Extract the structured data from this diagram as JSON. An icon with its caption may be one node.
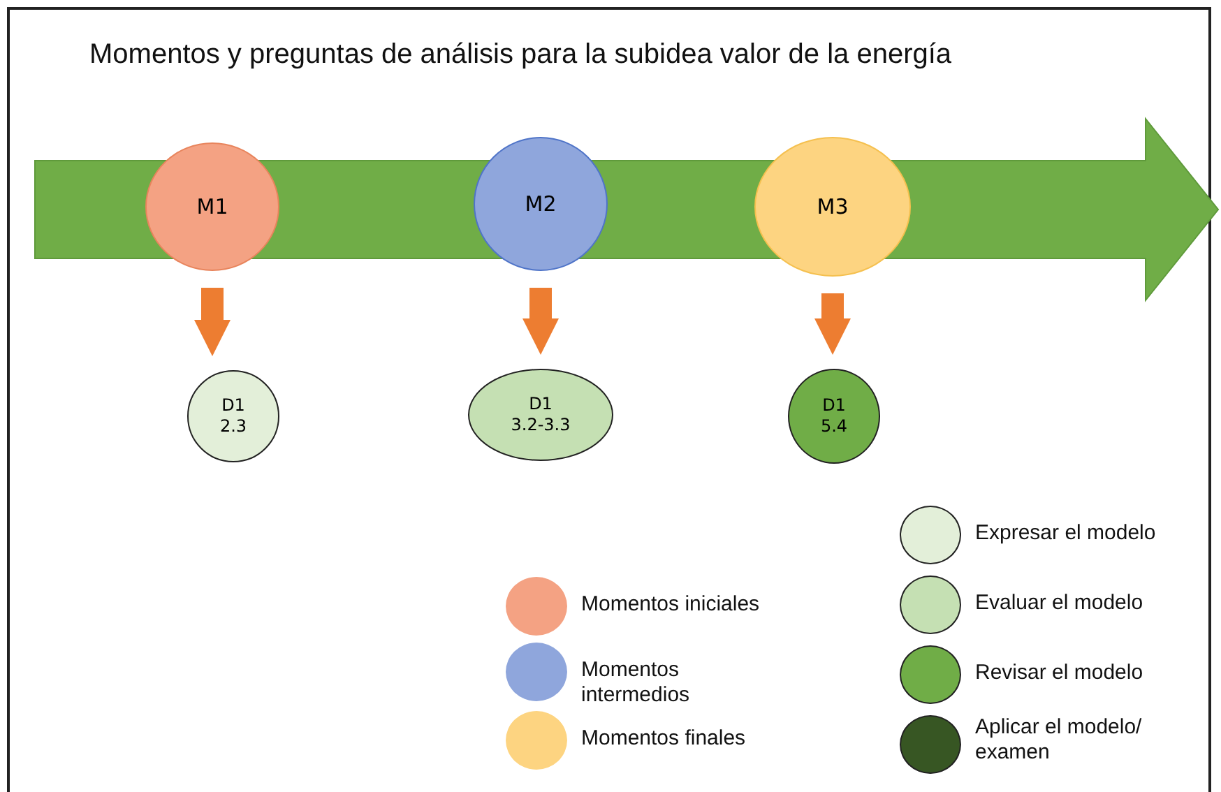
{
  "diagram": {
    "title": "Momentos y preguntas de análisis para la subidea valor de la energía",
    "nodes": [
      {
        "text": [
          "M1"
        ]
      },
      {
        "text": [
          "M2"
        ]
      },
      {
        "text": [
          "M3"
        ]
      },
      {
        "text": [
          "D1",
          "2.3"
        ]
      },
      {
        "text": [
          "D1",
          "3.2-3.3"
        ]
      },
      {
        "text": [
          "D1",
          "5.4"
        ]
      }
    ],
    "edges": [
      {
        "from": 0,
        "to": 3,
        "arrow": "to"
      },
      {
        "from": 1,
        "to": 4,
        "arrow": "to"
      },
      {
        "from": 2,
        "to": 5,
        "arrow": "to"
      }
    ],
    "legend": [
      {
        "text": "Momentos iniciales",
        "color": "#f4a283"
      },
      {
        "text": "Momentos intermedios",
        "color": "#8fa6dc"
      },
      {
        "text": "Momentos finales",
        "color": "#fdd481"
      },
      {
        "text": "Expresar el modelo",
        "color": "#e3efd9"
      },
      {
        "text": "Evaluar el modelo",
        "color": "#c5e0b3"
      },
      {
        "text": "Revisar el modelo",
        "color": "#70ad47"
      },
      {
        "text": "Aplicar el modelo/ examen",
        "color": "#375623"
      }
    ]
  }
}
